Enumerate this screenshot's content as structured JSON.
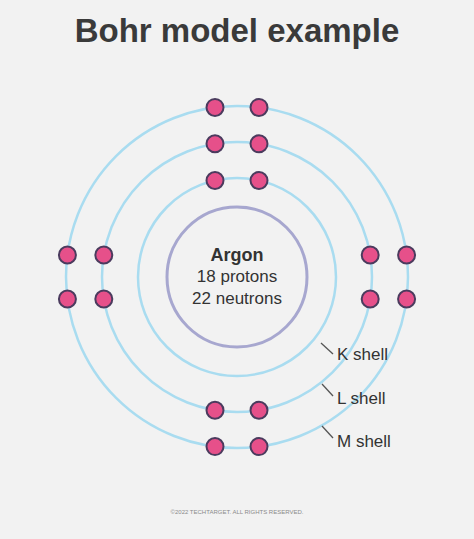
{
  "diagram": {
    "title": "Bohr model example",
    "nodes": [
      {
        "text": [
          "Argon",
          "18 protons",
          "22 neutrons"
        ]
      }
    ],
    "labels": [
      "K shell",
      "L shell",
      "M shell",
      "©2022 TECHTARGET. ALL RIGHTS RESERVED."
    ]
  }
}
